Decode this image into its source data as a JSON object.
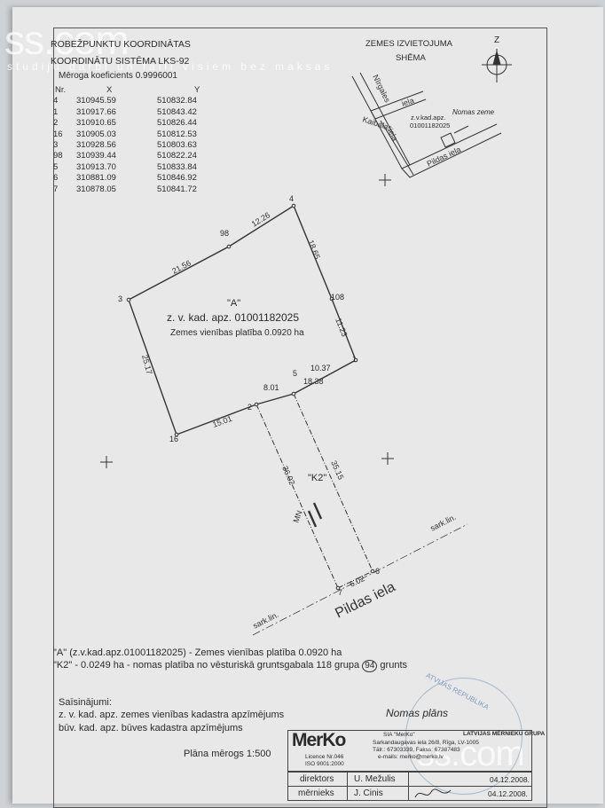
{
  "watermark": {
    "logo": "ss.com",
    "sub": "studiju darbi un faili visiem bez maksas",
    "logo2": "ss.com"
  },
  "header": {
    "title1": "ROBEŽPUNKTU KOORDINĀTAS",
    "title2": "KOORDINĀTU SISTĒMA LKS-92",
    "scale_coef": "Mēroga koeficients 0.9996001"
  },
  "coords": {
    "columns": [
      "Nr.",
      "X",
      "Y"
    ],
    "rows": [
      [
        "4",
        "310945.59",
        "510832.84"
      ],
      [
        "1",
        "310917.66",
        "510843.42"
      ],
      [
        "2",
        "310910.65",
        "510826.44"
      ],
      [
        "16",
        "310905.03",
        "510812.53"
      ],
      [
        "3",
        "310928.56",
        "510803.63"
      ],
      [
        "98",
        "310939.44",
        "510822.24"
      ],
      [
        "",
        "",
        ""
      ],
      [
        "5",
        "310913.70",
        "510833.84"
      ],
      [
        "6",
        "310881.09",
        "510846.92"
      ],
      [
        "7",
        "310878.05",
        "510841.72"
      ]
    ]
  },
  "scheme": {
    "title1": "ZEMES IZVIETOJUMA",
    "title2": "SHĒMA",
    "north": "Z",
    "street_nirgales": "Nīrgales",
    "street_iela1": "iela",
    "street_kaibalas": "Kaibalas",
    "street_iela2": "iela",
    "cad_line1": "z.v.kad.apz.",
    "cad_line2": "01001182025",
    "rent_land": "Nomas zeme",
    "street_pildas": "Pildas iela"
  },
  "plan": {
    "pts": {
      "p4": "4",
      "p98": "98",
      "p3": "3",
      "p108": "108",
      "p1": "1",
      "p5": "5",
      "p2": "2",
      "p16": "16",
      "p7": "7",
      "p6": "6"
    },
    "dims": {
      "d1226": "12.26",
      "d2156": "21.56",
      "d1865": "18.65",
      "d1123": "11.23",
      "d2517": "25.17",
      "d1037": "10.37",
      "d1838": "18.38",
      "d801": "8.01",
      "d1501": "15.01",
      "d3602": "36.02",
      "d3515": "35.15",
      "d602": "6.02"
    },
    "label_a": "\"A\"",
    "cad_no": "z. v. kad. apz. 01001182025",
    "area_a": "Zemes vienības platība 0.0920 ha",
    "label_k2": "\"K2\"",
    "mn": "MN",
    "red_line": "sark.lin.",
    "red_line2": "sark.lin.",
    "street": "Pildas iela"
  },
  "notes": {
    "a_note": "\"A\" (z.v.kad.apz.01001182025) - Zemes vienības platība 0.0920 ha",
    "k2_note_pre": "\"K2\" - 0.0249 ha - nomas platība no vēsturiskā gruntsgabala 118 grupa",
    "k2_group": "94",
    "k2_note_post": "grunts"
  },
  "abbr": {
    "title": "Saīsinājumi:",
    "line1": "z. v. kad. apz.  zemes vienības kadastra apzīmējums",
    "line2": "būv. kad. apz.  būves kadastra apzīmējums"
  },
  "scale": "Plāna mērogs 1:500",
  "plan_name": "Nomas plāns",
  "title_block": {
    "company_logo": "MerKo",
    "company_name": "SIA \"MerKo\"",
    "company_addr": "Sarkandaugavas iela 26/8, Rīga, LV-1005",
    "company_phone": "Tālr.: 67303339, Fakss: 67387483",
    "company_email": "e-mails: merko@merko.lv",
    "licence": "Licence  Nr.046",
    "iso": "ISO 9001:2000",
    "association": "LATVIJAS MĒRNIEKU GRUPA",
    "seal": "ATVIJAS REPUBLIKA",
    "rows": [
      {
        "role": "direktors",
        "name": "U. Mežulis",
        "date": "04.12.2008."
      },
      {
        "role": "mērnieks",
        "name": "J. Cinis",
        "date": "04.12.2008."
      }
    ]
  }
}
